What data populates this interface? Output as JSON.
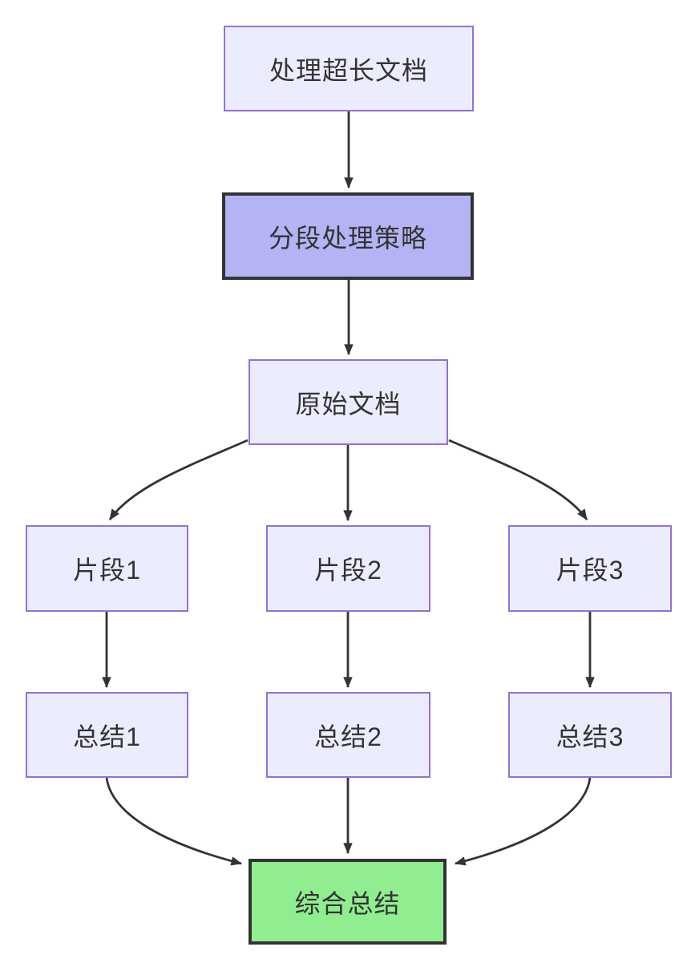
{
  "diagram": {
    "type": "flowchart",
    "direction": "top-down",
    "nodes": {
      "process_long_doc": {
        "label": "处理超长文档",
        "style": "lavender"
      },
      "segmentation_strategy": {
        "label": "分段处理策略",
        "style": "highlight-periwinkle"
      },
      "original_doc": {
        "label": "原始文档",
        "style": "lavender"
      },
      "fragment1": {
        "label": "片段1",
        "style": "lavender"
      },
      "fragment2": {
        "label": "片段2",
        "style": "lavender"
      },
      "fragment3": {
        "label": "片段3",
        "style": "lavender"
      },
      "summary1": {
        "label": "总结1",
        "style": "lavender"
      },
      "summary2": {
        "label": "总结2",
        "style": "lavender"
      },
      "summary3": {
        "label": "总结3",
        "style": "lavender"
      },
      "final_summary": {
        "label": "综合总结",
        "style": "highlight-green"
      }
    },
    "edges": [
      {
        "from": "process_long_doc",
        "to": "segmentation_strategy"
      },
      {
        "from": "segmentation_strategy",
        "to": "original_doc"
      },
      {
        "from": "original_doc",
        "to": "fragment1"
      },
      {
        "from": "original_doc",
        "to": "fragment2"
      },
      {
        "from": "original_doc",
        "to": "fragment3"
      },
      {
        "from": "fragment1",
        "to": "summary1"
      },
      {
        "from": "fragment2",
        "to": "summary2"
      },
      {
        "from": "fragment3",
        "to": "summary3"
      },
      {
        "from": "summary1",
        "to": "final_summary"
      },
      {
        "from": "summary2",
        "to": "final_summary"
      },
      {
        "from": "summary3",
        "to": "final_summary"
      }
    ],
    "colors": {
      "background": "#ffffff",
      "node_fill": "#ECECFF",
      "node_border": "#9370DB",
      "strategy_fill": "#b4b4f4",
      "final_fill": "#90EE90",
      "dark_border": "#333333",
      "edge": "#333333",
      "text": "#333333"
    }
  }
}
